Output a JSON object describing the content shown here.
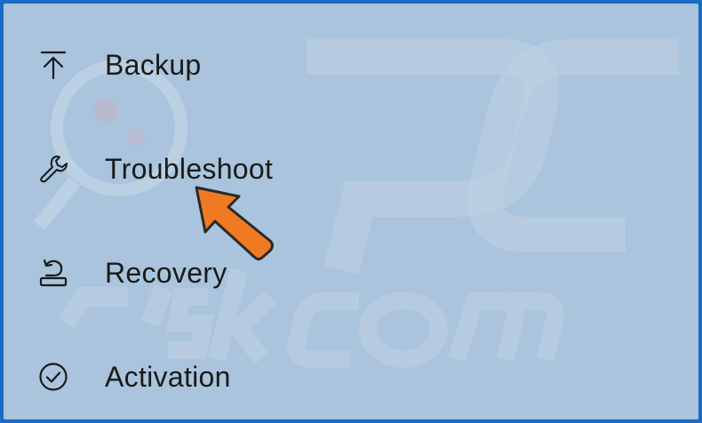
{
  "menu": {
    "items": [
      {
        "label": "Backup",
        "icon": "upload-arrow-icon"
      },
      {
        "label": "Troubleshoot",
        "icon": "wrench-icon"
      },
      {
        "label": "Recovery",
        "icon": "recovery-icon"
      },
      {
        "label": "Activation",
        "icon": "checkmark-circle-icon"
      }
    ]
  },
  "watermark": {
    "text": "PC risk.com"
  },
  "colors": {
    "border": "#1a6cc4",
    "background": "#a9c4dc",
    "arrow": "#f07a22",
    "text": "#1a1a1a"
  }
}
